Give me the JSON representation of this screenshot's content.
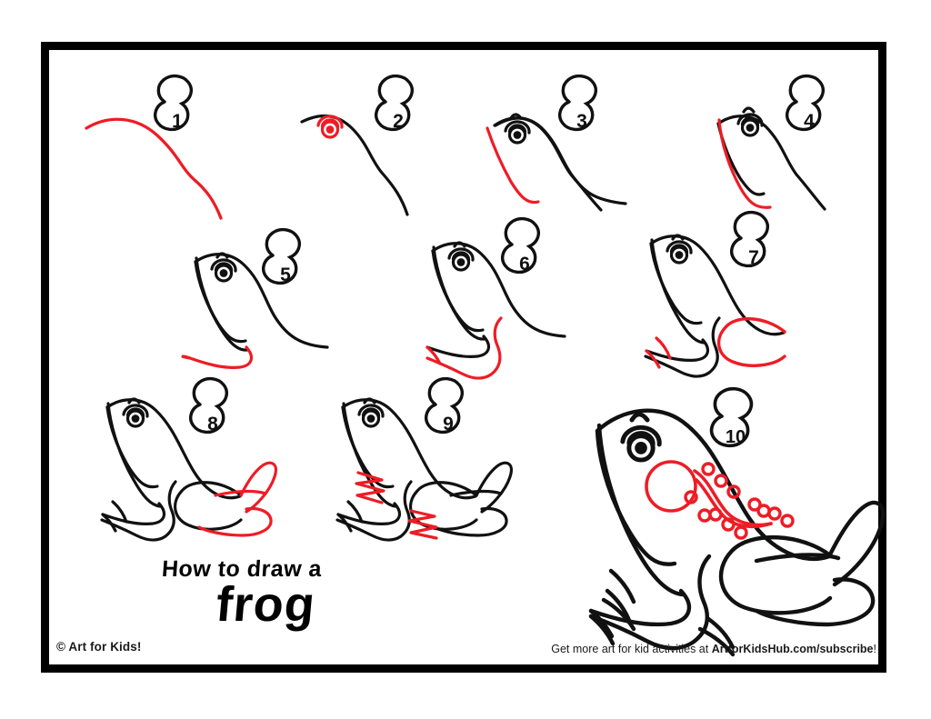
{
  "page": {
    "title": "How to draw a frog",
    "background_color": "#ffffff",
    "border_color": "#000000",
    "ink_color": "#111111",
    "accent_color": "#ee1c25"
  },
  "title_block": {
    "line1": "How to draw a",
    "line2": "frog"
  },
  "footer": {
    "copyright": "© Art for Kids!",
    "promo_prefix": "Get more art for kid activities at ",
    "promo_site": "ArtforKidsHub.com/subscribe",
    "promo_suffix": "!"
  },
  "steps": [
    {
      "number": "1",
      "label": "step-1",
      "description": "Draw a curved line for the frog's back."
    },
    {
      "number": "2",
      "label": "step-2",
      "description": "Add the eye on top of the head."
    },
    {
      "number": "3",
      "label": "step-3",
      "description": "Draw the front of the face down to the chin."
    },
    {
      "number": "4",
      "label": "step-4",
      "description": "Add the throat line beside the face."
    },
    {
      "number": "5",
      "label": "step-5",
      "description": "Draw the curve of the chest and belly."
    },
    {
      "number": "6",
      "label": "step-6",
      "description": "Add the front foot toes and the belly line."
    },
    {
      "number": "7",
      "label": "step-7",
      "description": "Draw a large C shape for the back leg."
    },
    {
      "number": "8",
      "label": "step-8",
      "description": "Add the lower back leg and back foot."
    },
    {
      "number": "9",
      "label": "step-9",
      "description": "Add the webbed toes on both feet."
    },
    {
      "number": "10",
      "label": "step-10",
      "description": "Finish with the eardrum circle, side stripe and spots."
    }
  ]
}
